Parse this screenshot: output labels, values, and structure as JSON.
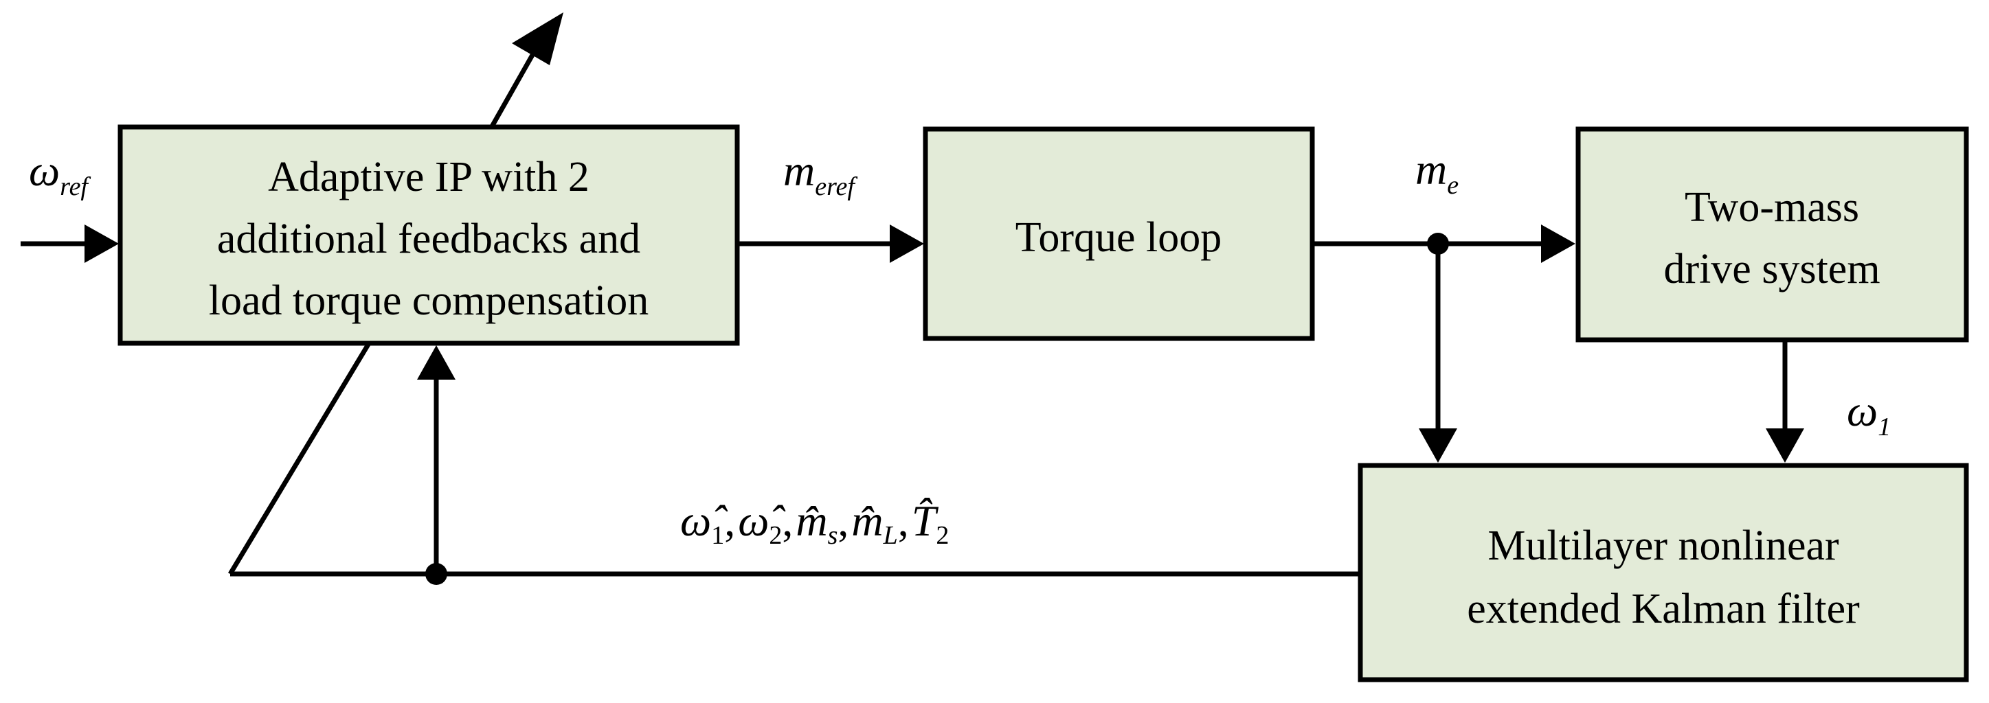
{
  "blocks": {
    "controller": [
      "Adaptive IP with 2",
      "additional feedbacks and",
      "load torque compensation"
    ],
    "torque_loop": [
      "Torque loop"
    ],
    "plant": [
      "Two-mass",
      "drive system"
    ],
    "estimator": [
      "Multilayer nonlinear",
      "extended Kalman filter"
    ]
  },
  "signals": {
    "omega_ref": {
      "symbol": "ω",
      "sub": "ref"
    },
    "m_eref": {
      "symbol": "m",
      "sub": "eref"
    },
    "m_e": {
      "symbol": "m",
      "sub": "e"
    },
    "omega_1": {
      "symbol": "ω",
      "sub": "1"
    },
    "estimates": [
      {
        "symbol": "ω̂",
        "sub": "1"
      },
      {
        "symbol": "ω̂",
        "sub": "2"
      },
      {
        "symbol": "m̂",
        "sub": "s"
      },
      {
        "symbol": "m̂",
        "sub": "L"
      },
      {
        "symbol": "T̂",
        "sub": "2"
      }
    ],
    "estimates_separator": ","
  },
  "colors": {
    "block_fill": "#e3ebd8",
    "line": "#000000"
  }
}
